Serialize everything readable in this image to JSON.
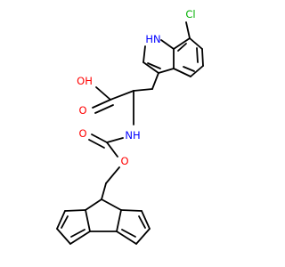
{
  "molecule": {
    "atoms": {
      "chlorine": "Cl",
      "indole_nh": "HN",
      "acid_oh": "OH",
      "acid_o": "O",
      "amide_nh": "NH",
      "carbamate_o": "O",
      "ester_o": "O"
    },
    "colors": {
      "bond": "#000000",
      "chlorine": "#00b000",
      "nitrogen": "#0000ff",
      "oxygen": "#ff0000"
    }
  }
}
